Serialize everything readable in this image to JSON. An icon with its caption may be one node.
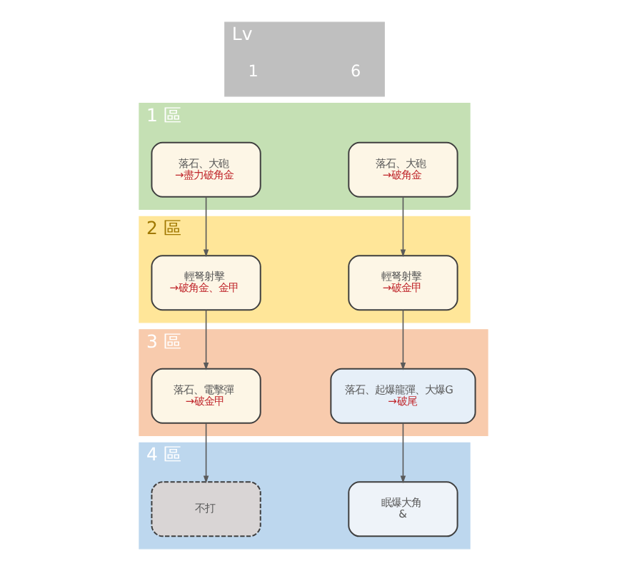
{
  "diagram": {
    "nodes": [
      {
        "text": [
          "Lv"
        ]
      },
      {
        "text": [
          "1 區"
        ]
      },
      {
        "text": [
          "落石、大砲",
          "→盡力破角金"
        ],
        "in": 1
      },
      {
        "text": [
          "落石、大砲",
          "→破角金"
        ],
        "in": 1
      },
      {
        "text": [
          "2 區"
        ]
      },
      {
        "text": [
          "輕弩射擊",
          "→破角金、金甲"
        ],
        "in": 4
      },
      {
        "text": [
          "輕弩射擊",
          "→破金甲"
        ],
        "in": 4
      },
      {
        "text": [
          "3 區"
        ]
      },
      {
        "text": [
          "落石、電擊彈",
          "→破金甲"
        ],
        "in": 7
      },
      {
        "text": [
          "落石、起爆龍彈、大爆G",
          "→破尾"
        ],
        "in": 7
      },
      {
        "text": [
          "4 區"
        ]
      },
      {
        "text": [
          "不打"
        ],
        "in": 10
      },
      {
        "text": [
          "眠爆大角",
          "&"
        ],
        "in": 10
      }
    ],
    "edges": [
      {
        "from": 2,
        "to": 5,
        "arrow": "to"
      },
      {
        "from": 5,
        "to": 8,
        "arrow": "to"
      },
      {
        "from": 8,
        "to": 11,
        "arrow": "to"
      },
      {
        "from": 3,
        "to": 6,
        "arrow": "to"
      },
      {
        "from": 6,
        "to": 9,
        "arrow": "to"
      },
      {
        "from": 9,
        "to": 12,
        "arrow": "to"
      }
    ],
    "labels": [
      "1",
      "6"
    ]
  }
}
